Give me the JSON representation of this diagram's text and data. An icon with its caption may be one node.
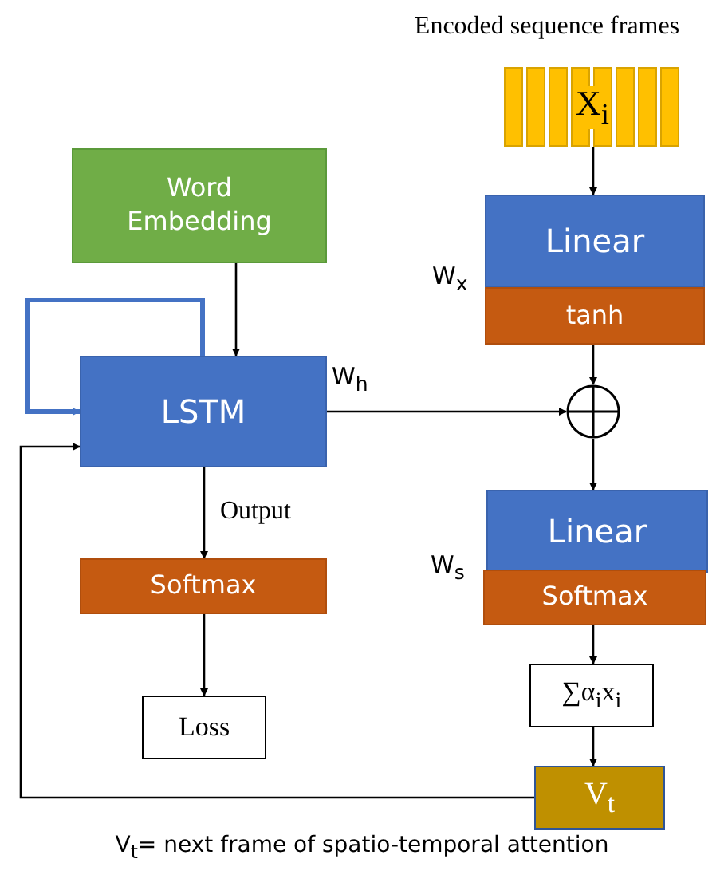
{
  "diagram": {
    "caption": "V$_{t}$= next frame of spatio-temporal attention",
    "nodes": [
      {
        "text": [
          "Encoded sequence frames",
          "X$_{i}$"
        ]
      },
      {
        "text": [
          "Word Embedding"
        ]
      },
      {
        "text": [
          "LSTM"
        ],
        "beside": [
          "W$_{h}$"
        ]
      },
      {
        "text": [
          "Linear"
        ],
        "beside": [
          "W$_{x}$"
        ]
      },
      {
        "text": [
          "tanh"
        ]
      },
      {
        "text": [],
        "shape": "circle"
      },
      {
        "text": [
          "Softmax"
        ]
      },
      {
        "text": [
          "Loss"
        ]
      },
      {
        "text": [
          "Linear"
        ],
        "beside": [
          "W$_{s}$"
        ]
      },
      {
        "text": [
          "Softmax"
        ]
      },
      {
        "text": [
          "∑α$_{i}$x$_{i}$"
        ]
      },
      {
        "text": [
          "V$_{t}$"
        ]
      }
    ],
    "edges": [
      {
        "from": 0,
        "to": 3,
        "arrow": "to"
      },
      {
        "from": 1,
        "to": 2,
        "arrow": "to"
      },
      {
        "from": 2,
        "to": 2,
        "arrow": "to",
        "style": "thick",
        "color": "#4472c4"
      },
      {
        "from": 4,
        "to": 5,
        "arrow": "to"
      },
      {
        "from": 2,
        "to": 5,
        "arrow": "to"
      },
      {
        "from": 5,
        "to": 8,
        "arrow": "to"
      },
      {
        "from": 2,
        "to": 6,
        "arrow": "to",
        "label": "Output"
      },
      {
        "from": 6,
        "to": 7,
        "arrow": "to"
      },
      {
        "from": 9,
        "to": 10,
        "arrow": "to"
      },
      {
        "from": 10,
        "to": 11,
        "arrow": "to"
      },
      {
        "from": 11,
        "to": 2,
        "arrow": "to"
      }
    ]
  }
}
